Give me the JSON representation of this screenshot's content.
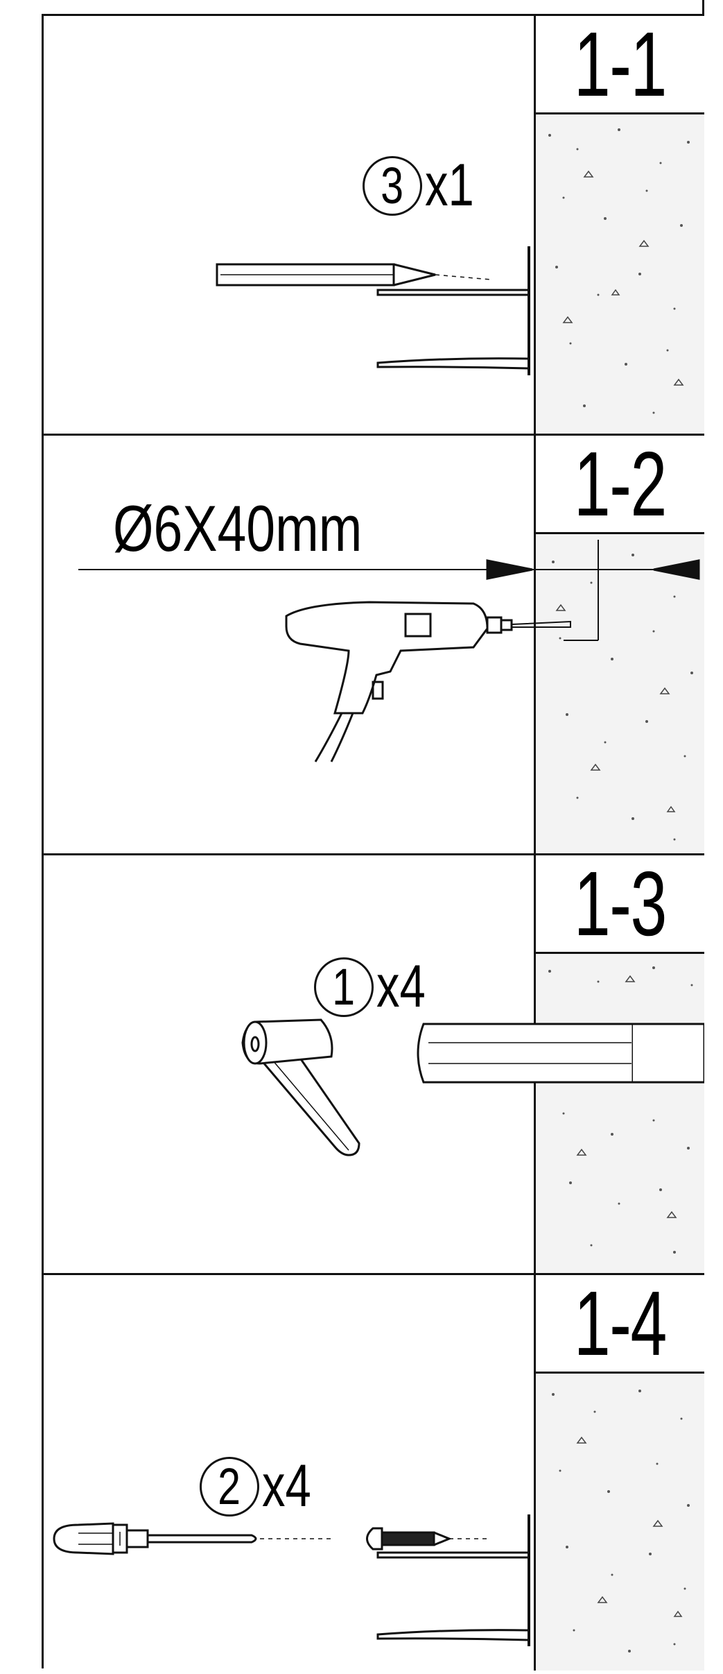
{
  "steps": [
    {
      "label": "1-1",
      "part_number": "3",
      "quantity": "x1"
    },
    {
      "label": "1-2",
      "dimension": "Ø6X40mm"
    },
    {
      "label": "1-3",
      "part_number": "1",
      "quantity": "x4"
    },
    {
      "label": "1-4",
      "part_number": "2",
      "quantity": "x4"
    }
  ]
}
